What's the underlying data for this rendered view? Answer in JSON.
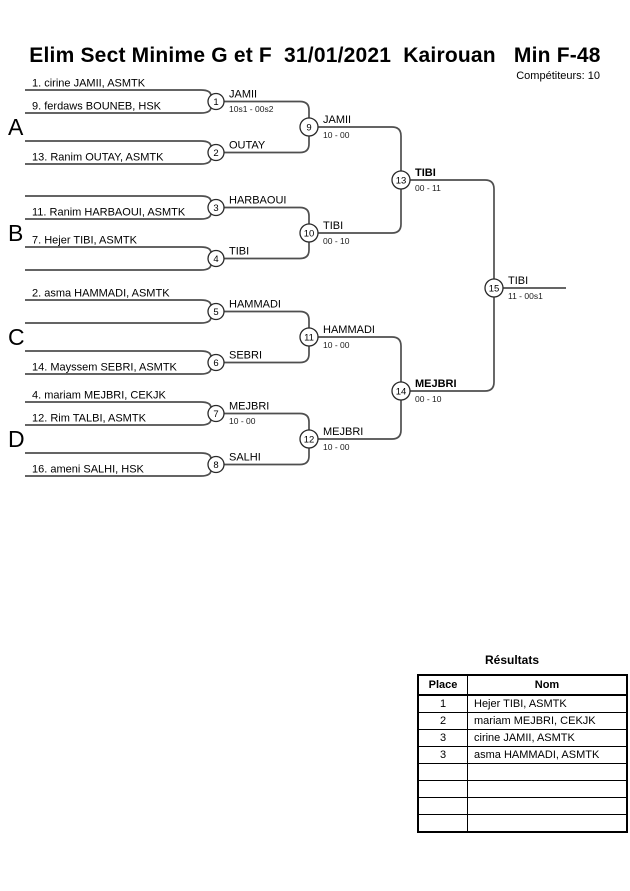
{
  "header": {
    "title": "Elim Sect Minime G et F  31/01/2021  Kairouan   Min F-48",
    "competitors": "Compétiteurs: 10"
  },
  "bracket": {
    "sections": [
      {
        "letter": "A"
      },
      {
        "letter": "B"
      },
      {
        "letter": "C"
      },
      {
        "letter": "D"
      }
    ],
    "entries": [
      "1. cirine JAMII, ASMTK",
      "9. ferdaws BOUNEB, HSK",
      "",
      "13. Ranim OUTAY, ASMTK",
      "",
      "11. Ranim HARBAOUI, ASMTK",
      "7. Hejer TIBI, ASMTK",
      "",
      "2. asma HAMMADI, ASMTK",
      "",
      "",
      "14. Mayssem SEBRI, ASMTK",
      "4. mariam MEJBRI, CEKJK",
      "12. Rim TALBI, ASMTK",
      "",
      "16. ameni SALHI, HSK"
    ],
    "matches": [
      {
        "number": "1",
        "winner": "JAMII",
        "score": "10s1 - 00s2"
      },
      {
        "number": "2",
        "winner": "OUTAY",
        "score": ""
      },
      {
        "number": "3",
        "winner": "HARBAOUI",
        "score": ""
      },
      {
        "number": "4",
        "winner": "TIBI",
        "score": ""
      },
      {
        "number": "5",
        "winner": "HAMMADI",
        "score": ""
      },
      {
        "number": "6",
        "winner": "SEBRI",
        "score": ""
      },
      {
        "number": "7",
        "winner": "MEJBRI",
        "score": "10 - 00"
      },
      {
        "number": "8",
        "winner": "SALHI",
        "score": ""
      },
      {
        "number": "9",
        "winner": "JAMII",
        "score": "10 - 00"
      },
      {
        "number": "10",
        "winner": "TIBI",
        "score": "00 - 10"
      },
      {
        "number": "11",
        "winner": "HAMMADI",
        "score": "10 - 00"
      },
      {
        "number": "12",
        "winner": "MEJBRI",
        "score": "10 - 00"
      },
      {
        "number": "13",
        "winner": "TIBI",
        "score": "00 - 11"
      },
      {
        "number": "14",
        "winner": "MEJBRI",
        "score": "00 - 10"
      },
      {
        "number": "15",
        "winner": "TIBI",
        "score": "11 - 00s1"
      }
    ]
  },
  "results": {
    "title": "Résultats",
    "columns": [
      "Place",
      "Nom"
    ],
    "rows": [
      [
        "1",
        "Hejer TIBI, ASMTK"
      ],
      [
        "2",
        "mariam MEJBRI, CEKJK"
      ],
      [
        "3",
        "cirine JAMII, ASMTK"
      ],
      [
        "3",
        "asma HAMMADI, ASMTK"
      ],
      [
        "",
        ""
      ],
      [
        "",
        ""
      ],
      [
        "",
        ""
      ],
      [
        "",
        ""
      ]
    ]
  }
}
